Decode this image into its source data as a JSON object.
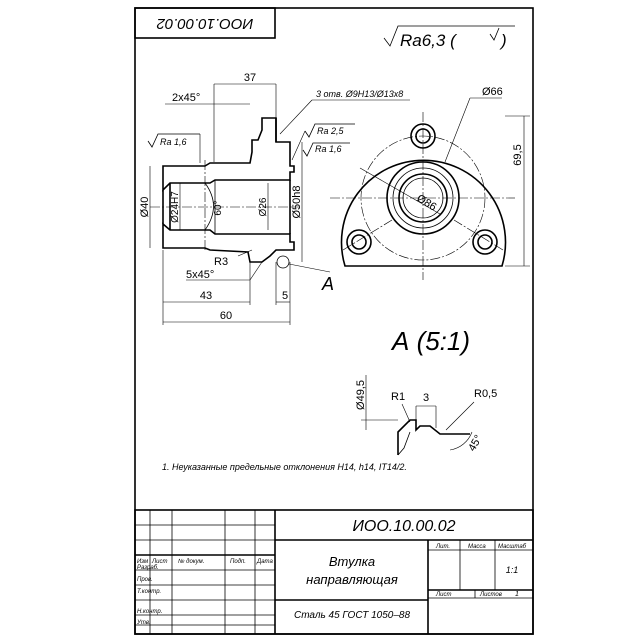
{
  "stamp_top": "ИОО.10.00.02",
  "roughness_general": "Ra6,3 (",
  "section_view": {
    "dim_top": "37",
    "chamfer_top": "2x45°",
    "holes_note": "3 отв. Ø9H13/Ø13x8",
    "ra_bore": "Ra 1,6",
    "ra_face_1": "Ra 2,5",
    "ra_face_2": "Ra 1,6",
    "dia_outer": "Ø40",
    "dia_bore": "Ø24H7",
    "angle": "60°",
    "dia_26": "Ø26",
    "dia_50": "Ø50h8",
    "radius": "R3",
    "chamfer_bottom": "5x45°",
    "len_43": "43",
    "len_5": "5",
    "len_60": "60",
    "detail_callout": "А"
  },
  "front_view": {
    "dia_66": "Ø66",
    "dia_86": "Ø86",
    "height": "69,5"
  },
  "detail": {
    "title": "А (5:1)",
    "dia": "Ø49,5",
    "r1": "R1",
    "width": "3",
    "r05": "R0,5",
    "angle": "45°"
  },
  "note": "1.    Неуказанные предельные отклонения H14, h14, IT14/2.",
  "title_block": {
    "designation": "ИОО.10.00.02",
    "name_line1": "Втулка",
    "name_line2": "направляющая",
    "material": "Сталь 45  ГОСТ 1050–88",
    "col_izm": "Изм",
    "col_list": "Лист",
    "col_doc": "№ докум.",
    "col_sign": "Подп.",
    "col_date": "Дата",
    "row_razrab": "Разраб.",
    "row_prov": "Пров.",
    "row_tkontr": "Т.контр.",
    "row_nkontr": "Н.контр.",
    "row_utv": "Утв.",
    "lit": "Лит.",
    "massa": "Масса",
    "masshtab": "Масштаб",
    "scale_val": "1:1",
    "sheet": "Лист",
    "sheets": "Листов",
    "sheets_val": "1"
  }
}
